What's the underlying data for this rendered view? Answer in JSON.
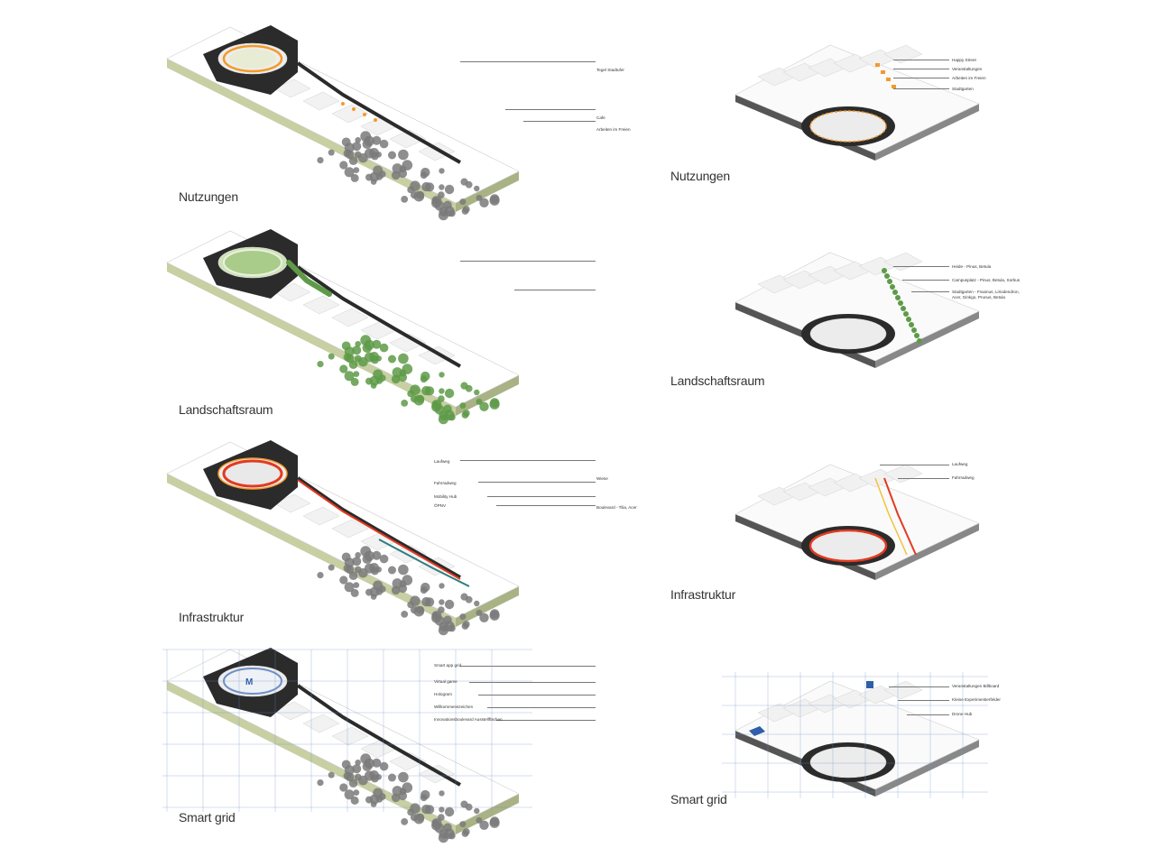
{
  "palette": {
    "ground_side": "#c7cfa3",
    "ground_side_dark": "#a9b285",
    "ground_top": "#ffffff",
    "road": "#2b2b2b",
    "tree_grey": "#7a7a7a",
    "tree_green": "#5e9a48",
    "meadow": "#a9cc8a",
    "orange": "#f39a2a",
    "red": "#e23a22",
    "yellow": "#f2c23a",
    "teal": "#2e7d80",
    "blue": "#2f5fa8",
    "grid_blue": "#6f8fc6"
  },
  "left_panels": [
    {
      "title": "Nutzungen",
      "theme": "uses",
      "annotations": [
        "Tegel Stadtufer",
        "Cafe",
        "Arbeiten im Freien"
      ]
    },
    {
      "title": "Landschaftsraum",
      "theme": "landscape",
      "annotations": [
        "Wiese",
        "Boulevard - Tilia, Acer"
      ]
    },
    {
      "title": "Infrastruktur",
      "theme": "infrastructure",
      "annotations": [
        "Laufweg",
        "Fahrradweg",
        "Mobility Hub",
        "ÖPNV"
      ]
    },
    {
      "title": "Smart grid",
      "theme": "smart",
      "annotations": [
        "Smart app grid",
        "Virtual game",
        "Hologram",
        "Willkommenszeichen",
        "Innovationsboulevard Ausstellflächen"
      ]
    }
  ],
  "right_panels": [
    {
      "title": "Nutzungen",
      "theme": "uses",
      "annotations": [
        "Happy Street",
        "Veranstaltungen",
        "Arbeiten im Freien",
        "Stadtgarten"
      ]
    },
    {
      "title": "Landschaftsraum",
      "theme": "landscape",
      "annotations": [
        "Heide - Pinus, Betula",
        "Campusplatz - Pinus, Betula, Sorbus",
        "Stadtgarten - Fraxinus, Liriodendron, Acer, Ginkgo, Prunus, Betula"
      ]
    },
    {
      "title": "Infrastruktur",
      "theme": "infrastructure",
      "annotations": [
        "Laufweg",
        "Fahrradweg"
      ]
    },
    {
      "title": "Smart grid",
      "theme": "smart",
      "annotations": [
        "Veranstaltungen Billboard",
        "Kleine Experimentierfelder",
        "Drone Hub"
      ]
    }
  ]
}
